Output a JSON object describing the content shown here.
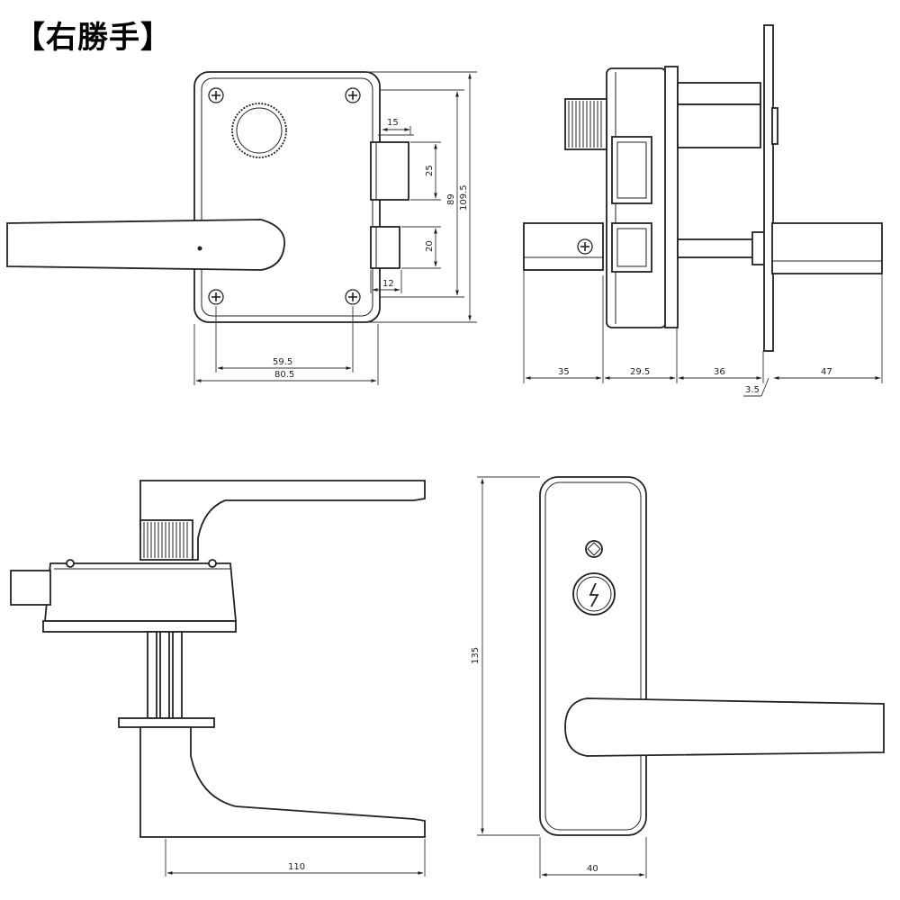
{
  "title": "【右勝手】",
  "dimensions": {
    "front_15": "15",
    "front_25": "25",
    "front_89": "89",
    "front_109_5": "109.5",
    "front_20": "20",
    "front_12": "12",
    "front_59_5": "59.5",
    "front_80_5": "80.5",
    "side_35": "35",
    "side_29_5": "29.5",
    "side_36": "36",
    "side_47": "47",
    "side_3_5": "3.5",
    "top_110": "110",
    "plate_135": "135",
    "plate_40": "40"
  }
}
